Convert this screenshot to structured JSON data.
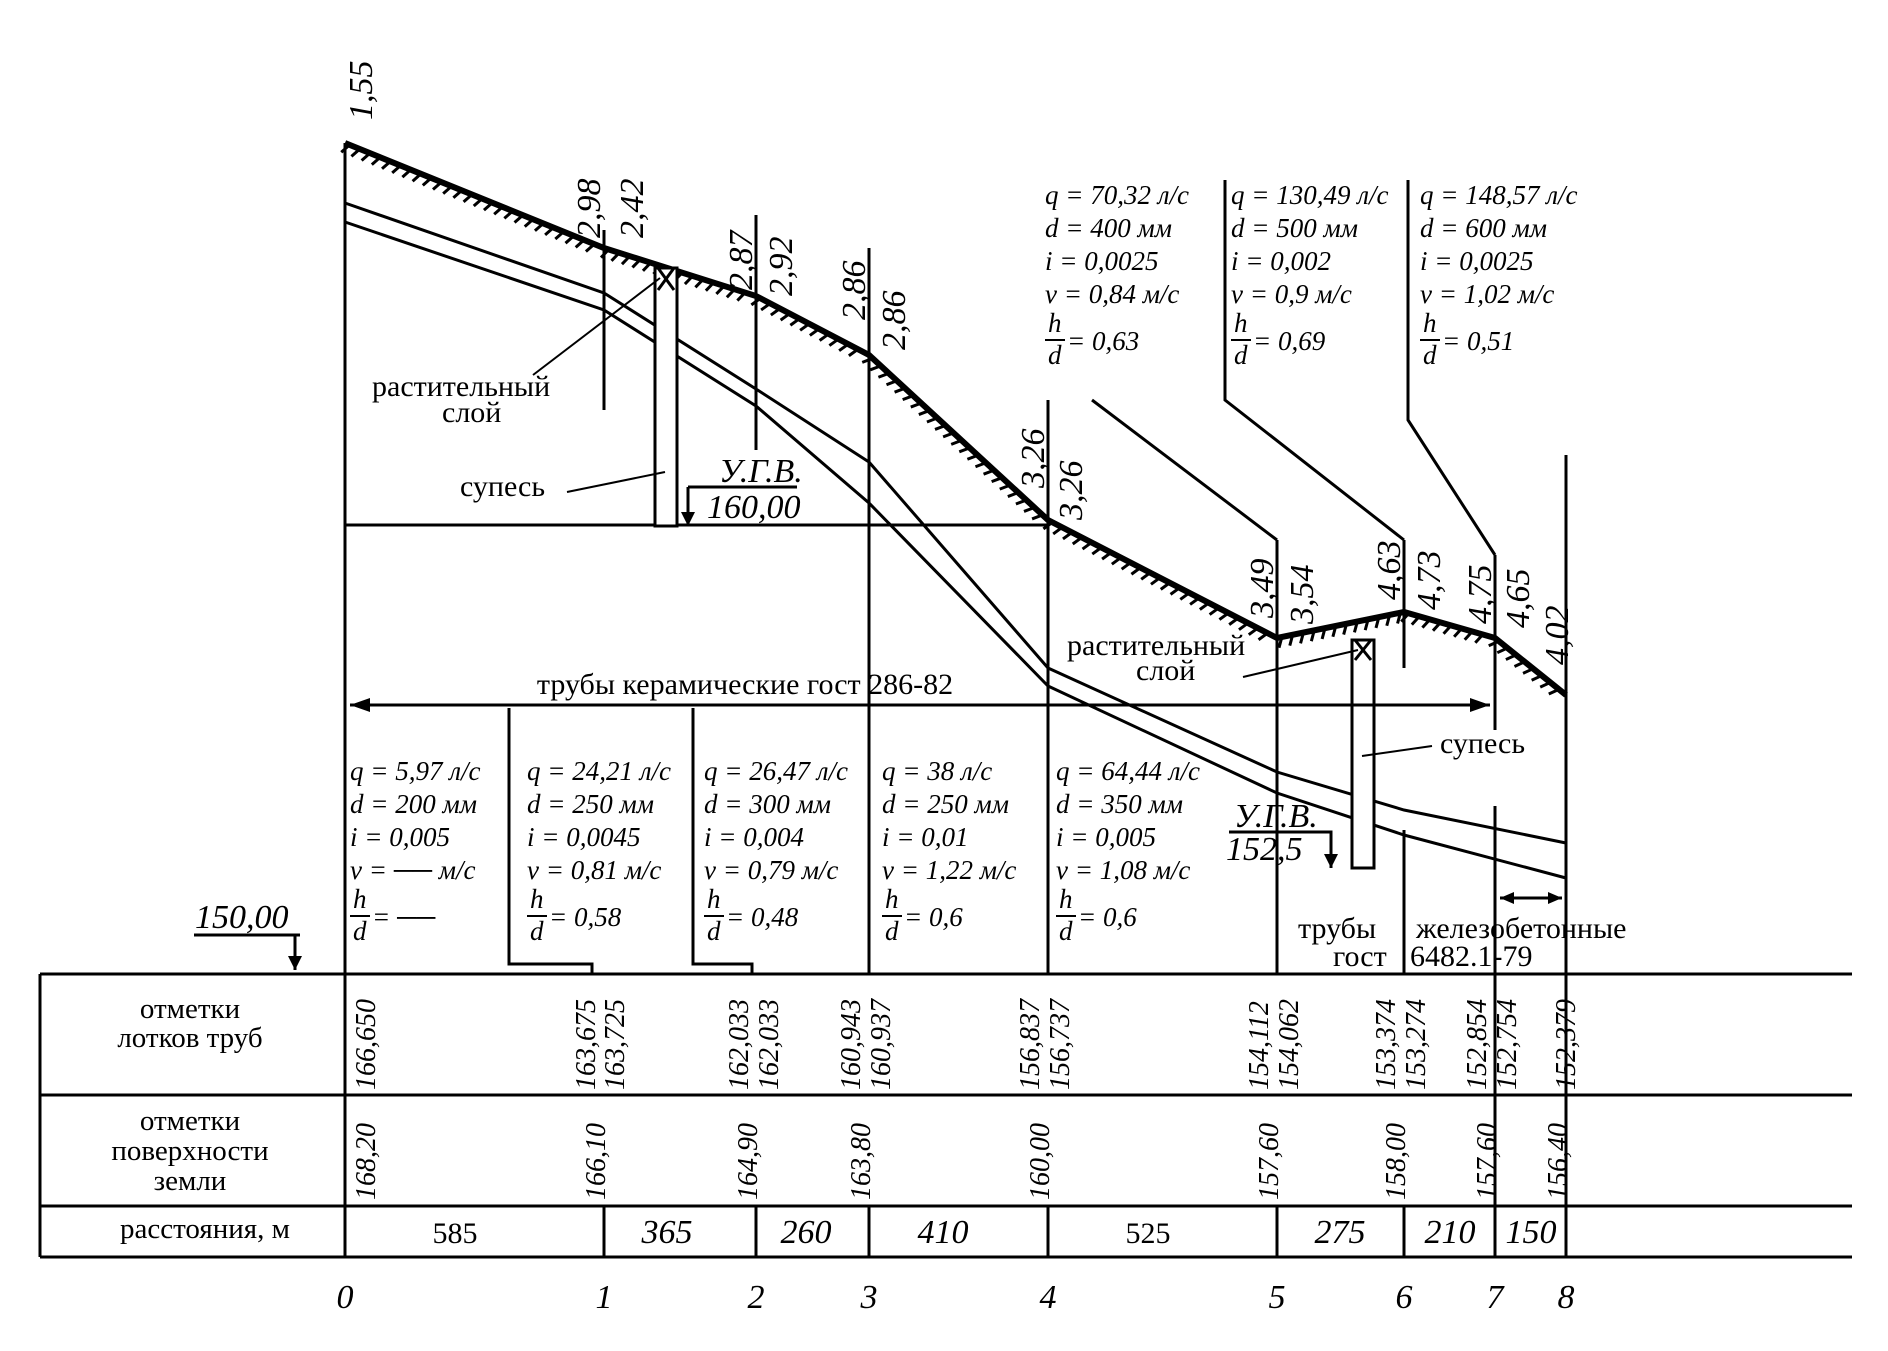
{
  "datum_level": "150,00",
  "table_rows": {
    "inverts": [
      "отметки",
      "лотков труб"
    ],
    "ground": [
      "отметки",
      "поверхности",
      "земли"
    ],
    "distances": "расстояния, м"
  },
  "stations": [
    "0",
    "1",
    "2",
    "3",
    "4",
    "5",
    "6",
    "7",
    "8"
  ],
  "distances": [
    "585",
    "365",
    "260",
    "410",
    "525",
    "275",
    "210",
    "150"
  ],
  "invert_marks": [
    "166,650",
    "163,675",
    "163,725",
    "162,033",
    "162,033",
    "160,943",
    "160,937",
    "156,837",
    "156,737",
    "154,112",
    "154,062",
    "153,374",
    "153,274",
    "152,854",
    "152,754",
    "152,379"
  ],
  "ground_marks": [
    "168,20",
    "166,10",
    "164,90",
    "163,80",
    "160,00",
    "157,60",
    "158,00",
    "157,60",
    "156,40"
  ],
  "depths": {
    "s0": [
      "1,55"
    ],
    "s1": [
      "2,98",
      "2,42"
    ],
    "s2": [
      "2,87",
      "2,92"
    ],
    "s3": [
      "2,86",
      "2,86"
    ],
    "s4": [
      "3,26",
      "3,26"
    ],
    "s5": [
      "3,49",
      "3,54"
    ],
    "s6": [
      "4,63",
      "4,73"
    ],
    "s7": [
      "4,75",
      "4,65"
    ],
    "s8": [
      "4,02"
    ]
  },
  "segments_lower": [
    {
      "q": "q = 5,97 л/с",
      "d": "d = 200 мм",
      "i": "i = 0,005",
      "v": "v = ── м/с",
      "hd": "= ──"
    },
    {
      "q": "q = 24,21 л/с",
      "d": "d = 250 мм",
      "i": "i = 0,0045",
      "v": "v = 0,81 м/с",
      "hd": "= 0,58"
    },
    {
      "q": "q = 26,47 л/с",
      "d": "d = 300 мм",
      "i": "i = 0,004",
      "v": "v = 0,79 м/с",
      "hd": "= 0,48"
    },
    {
      "q": "q = 38 л/с",
      "d": "d = 250 мм",
      "i": "i = 0,01",
      "v": "v = 1,22 м/с",
      "hd": "= 0,6"
    },
    {
      "q": "q = 64,44 л/с",
      "d": "d = 350 мм",
      "i": "i = 0,005",
      "v": "v = 1,08 м/с",
      "hd": "= 0,6"
    }
  ],
  "segments_upper": [
    {
      "q": "q = 70,32 л/с",
      "d": "d = 400 мм",
      "i": "i = 0,0025",
      "v": "v = 0,84 м/с",
      "hd": "= 0,63"
    },
    {
      "q": "q = 130,49 л/с",
      "d": "d = 500 мм",
      "i": "i = 0,002",
      "v": "v = 0,9 м/с",
      "hd": "= 0,69"
    },
    {
      "q": "q = 148,57 л/с",
      "d": "d = 600 мм",
      "i": "i = 0,0025",
      "v": "v = 1,02 м/с",
      "hd": "= 0,51"
    }
  ],
  "frac": {
    "h": "h",
    "d": "d"
  },
  "soil": {
    "topsoil1": [
      "растительный",
      "слой"
    ],
    "sandyloam1": "супесь",
    "topsoil2": [
      "растительный",
      "слой"
    ],
    "sandyloam2": "супесь"
  },
  "groundwater": [
    {
      "label": "У.Г.В.",
      "value": "160,00"
    },
    {
      "label": "У.Г.В.",
      "value": "152,5"
    }
  ],
  "pipes": {
    "ceramic": "трубы керамические гост 286-82",
    "rc_line1": [
      "трубы",
      "железобетонные"
    ],
    "rc_line2": [
      "гост",
      "6482.1-79"
    ]
  }
}
